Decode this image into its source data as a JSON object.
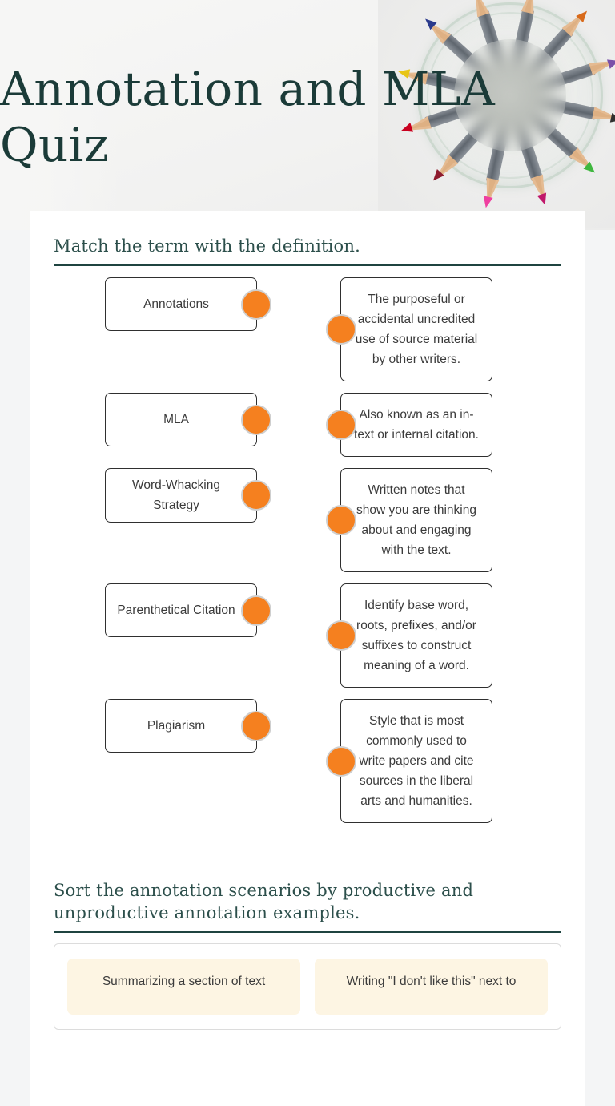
{
  "header": {
    "title": "Annotation and MLA Quiz",
    "photo_alt": "colored-pencils-in-jar-top-view"
  },
  "sections": [
    {
      "id": "match",
      "heading": "Match the term with the definition.",
      "terms": [
        "Annotations",
        "MLA",
        "Word-Whacking Strategy",
        "Parenthetical Citation",
        "Plagiarism"
      ],
      "definitions": [
        "The purposeful or accidental uncredited use of source material by other writers.",
        "Also known as an in-text or internal citation.",
        "Written notes that show you are thinking about and engaging with the text.",
        "Identify base word, roots, prefixes, and/or suffixes to construct meaning of a word.",
        "Style that is most commonly used to write papers and cite sources in the liberal arts and humanities."
      ]
    },
    {
      "id": "sort",
      "heading": "Sort the annotation scenarios by productive and unproductive annotation examples.",
      "cards": [
        "Summarizing a section of text",
        "Writing \"I don't like this\" next to"
      ]
    }
  ],
  "colors": {
    "accent_orange": "#f5801f",
    "dot_ring": "#cfcfcf",
    "heading_teal": "#2c4f4b",
    "rule_teal": "#1f4440",
    "title_teal": "#1b3b38",
    "page_bg": "#f4f5f6",
    "panel_bg": "#ffffff",
    "card_border": "#2f2f2f",
    "sort_card_bg": "#fdf5e3"
  }
}
